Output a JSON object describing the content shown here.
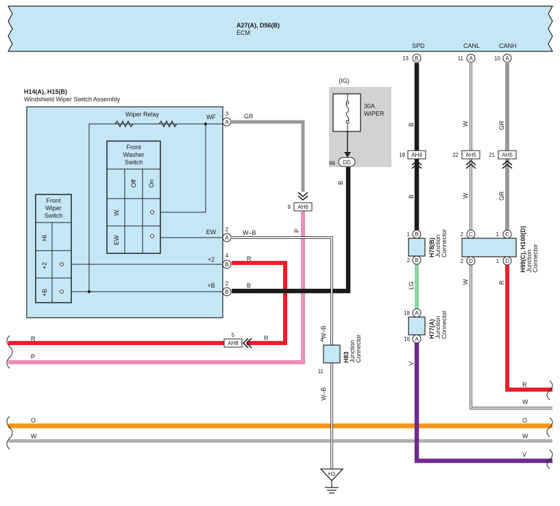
{
  "ecm": {
    "title": "A27(A), D56(B)",
    "name": "ECM"
  },
  "ecm_pins": [
    {
      "signal": "SPD",
      "num": "13",
      "letter": "B"
    },
    {
      "signal": "CANL",
      "num": "11",
      "letter": "A"
    },
    {
      "signal": "CANH",
      "num": "10",
      "letter": "A"
    }
  ],
  "switch_assembly": {
    "title": "H14(A), H15(B)",
    "name": "Windshield Wiper Switch Assembly",
    "relay": "Wiper Relay",
    "washer": [
      "Front",
      "Washer",
      "Switch"
    ],
    "washer_cols": [
      "Off",
      "On"
    ],
    "washer_rows": [
      "W",
      "EW"
    ],
    "wiper": [
      "Front",
      "Wiper",
      "Switch"
    ],
    "wiper_rows": [
      "HI",
      "+2",
      "+B"
    ]
  },
  "switch_pins": [
    {
      "label": "WF",
      "num": "3",
      "letter": "A",
      "wire": "GR"
    },
    {
      "label": "EW",
      "num": "2",
      "letter": "A",
      "wire": "W–B"
    },
    {
      "label": "+2",
      "num": "4",
      "letter": "B",
      "wire": "R"
    },
    {
      "label": "+B",
      "num": "2",
      "letter": "B",
      "wire": "B"
    }
  ],
  "fuse": {
    "circuit": "(IG)",
    "rating": "30A",
    "name": "WIPER",
    "pin": "66",
    "code": "DD",
    "wire": "B"
  },
  "connectors": {
    "ah6": {
      "num": "9",
      "code": "AH6",
      "wire": "P"
    },
    "ah8": {
      "num": "5",
      "code": "AH8",
      "wire_in": "R",
      "wire_out": "R"
    },
    "ah4": {
      "num": "18",
      "code": "AH4",
      "wire_top": "B",
      "wire_bottom": "B"
    },
    "ah5_l": {
      "num": "22",
      "code": "AH5",
      "wire_top": "W",
      "wire_bottom": "W"
    },
    "ah5_r": {
      "num": "21",
      "code": "AH5",
      "wire_top": "GR",
      "wire_bottom": "GR"
    }
  },
  "h83": {
    "code": "H83",
    "lines": [
      "Junction",
      "Connector"
    ],
    "pin_top": "4",
    "pin_bottom": "11",
    "wire_top": "W–B",
    "wire_bottom": "W–B"
  },
  "h78": {
    "code": "H78(B)",
    "lines": [
      "Junction",
      "Connector"
    ],
    "p1": "1",
    "l1": "B",
    "p2": "2",
    "l2": "B",
    "wire_out": "LG"
  },
  "h77": {
    "code": "H77(A)",
    "lines": [
      "Junction",
      "Connector"
    ],
    "p1": "18",
    "l1": "A",
    "p2": "16",
    "l2": "A",
    "wire_out": "V"
  },
  "h99": {
    "code": "H99(C), H100(D)",
    "lines": [
      "Junction",
      "Connector"
    ],
    "pins": [
      "2",
      "C",
      "1",
      "C",
      "2",
      "D",
      "1",
      "D"
    ],
    "wire_l": "W",
    "wire_r": "R"
  },
  "ground": {
    "code": "H3"
  },
  "left_wires": [
    {
      "label": "R",
      "color": "#e8202a"
    },
    {
      "label": "P",
      "color": "#f08cba"
    }
  ],
  "bottom_wires": [
    {
      "label": "R",
      "color": "#e8202a"
    },
    {
      "label": "W",
      "color": "#ffffff"
    },
    {
      "label": "O",
      "color": "#f5961e"
    },
    {
      "label": "W",
      "color": "#ffffff"
    },
    {
      "label": "V",
      "color": "#6e2c8c"
    }
  ],
  "colors": {
    "ecm_fill": "#c5e6f5",
    "assembly_fill": "#c5e6f5",
    "fuse_fill": "#d2d2d2",
    "gray_wire": "#9a9a9a",
    "black_wire": "#1a1a1a",
    "green_wire": "#8cd2a5"
  }
}
